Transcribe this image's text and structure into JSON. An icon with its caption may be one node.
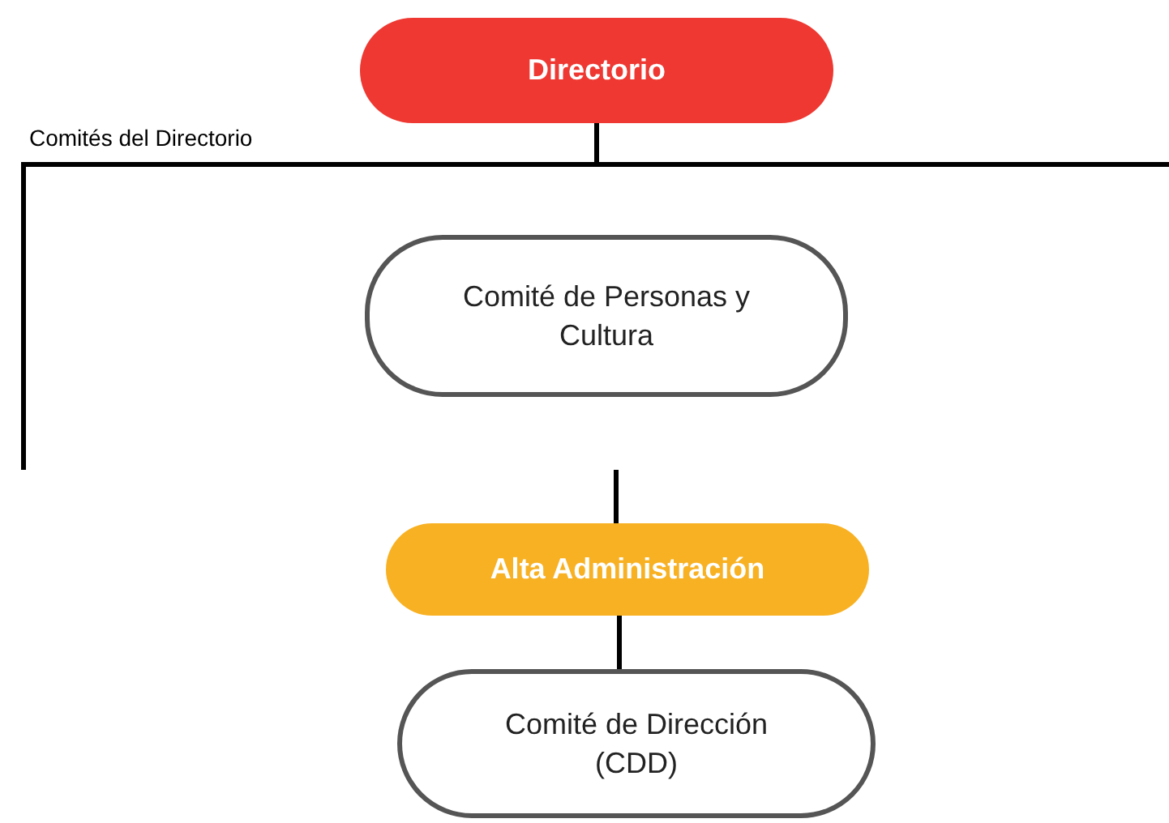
{
  "diagram": {
    "nodes": [
      {
        "text": [
          "Directorio"
        ]
      },
      {
        "text": [
          "Comités del Directorio"
        ]
      },
      {
        "text": [
          "Comité de Personas y Cultura"
        ],
        "in": 1
      },
      {
        "text": [
          "Alta Administración"
        ]
      },
      {
        "text": [
          "Comité de Dirección (CDD)"
        ]
      }
    ],
    "edges": [
      {
        "from": 0,
        "to": 1,
        "arrow": "none"
      },
      {
        "from": 1,
        "to": 3,
        "arrow": "none"
      },
      {
        "from": 3,
        "to": 4,
        "arrow": "none"
      }
    ]
  }
}
